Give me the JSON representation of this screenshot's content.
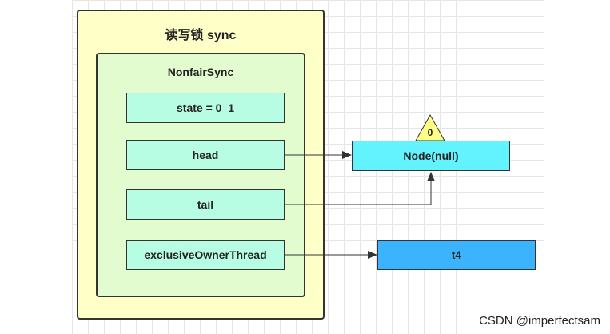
{
  "outer_title": "读写锁 sync",
  "inner_title": "NonfairSync",
  "fields": {
    "state": "state = 0_1",
    "head": "head",
    "tail": "tail",
    "owner": "exclusiveOwnerThread"
  },
  "node_label": "Node(null)",
  "node_badge": "0",
  "thread_label": "t4",
  "watermark": "CSDN @imperfectsam",
  "colors": {
    "outer_fill": "#ffffc8",
    "inner_fill": "#e2fccf",
    "field_fill": "#b7fde3",
    "node_fill": "#62f3ff",
    "thread_fill": "#3cb3ff",
    "badge_fill": "#ffff88"
  }
}
